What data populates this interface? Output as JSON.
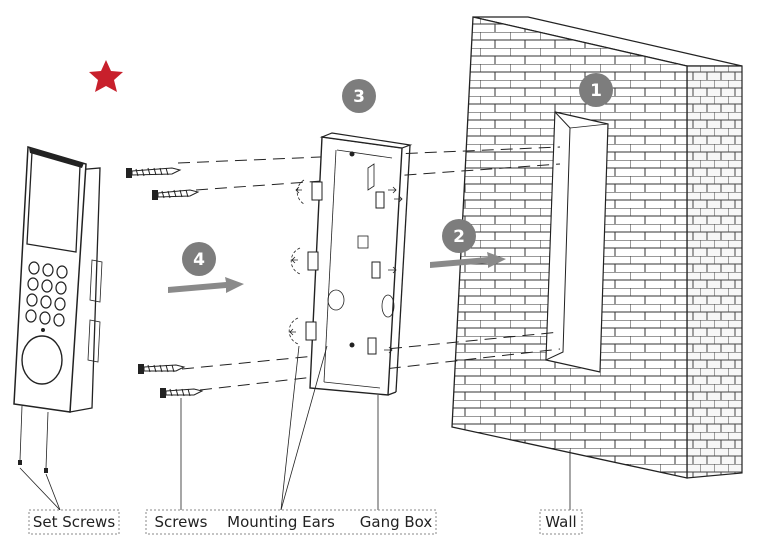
{
  "labels": {
    "set_screws": "Set Screws",
    "screws": "Screws",
    "mounting_ears": "Mounting Ears",
    "gang_box": "Gang Box",
    "wall": "Wall"
  },
  "steps": [
    "1",
    "2",
    "3",
    "4"
  ],
  "colors": {
    "step_circle": "#7d7d7d",
    "arrow": "#8a8a8a",
    "star": "#c8202c",
    "line": "#222222"
  },
  "icons": {
    "star": "star-icon",
    "arrow": "right-arrow-icon"
  }
}
